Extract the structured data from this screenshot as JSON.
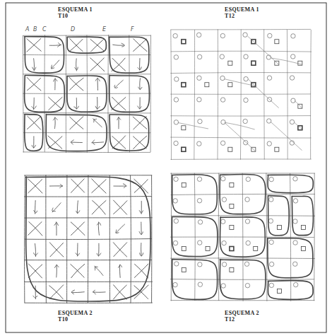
{
  "diagram": {
    "labels": [
      "ESQUEMA 1",
      "T10",
      "ESQUEMA 1",
      "T12",
      "ESQUEMA 2",
      "T10",
      "ESQUEMA 2",
      "T12",
      "A",
      "B",
      "C",
      "D",
      "E",
      "F"
    ]
  }
}
